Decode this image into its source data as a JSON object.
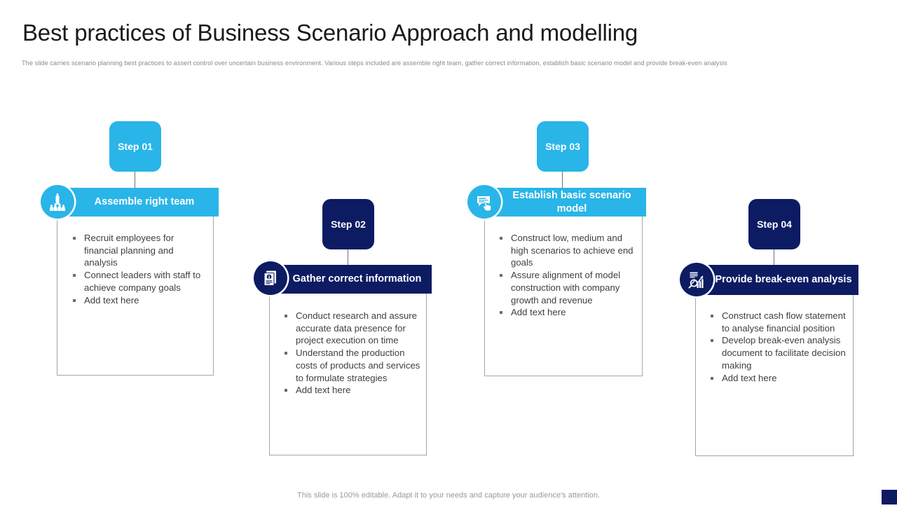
{
  "slide": {
    "title": "Best practices of Business Scenario Approach and modelling",
    "subtitle": "The slide carries scenario planning best practices to assert control over uncertain business environment. Various steps included are assemble right team, gather correct information, establish basic scenario model and provide break-even analysis",
    "footer_note": "This slide is 100% editable. Adapt it to your needs and capture your audience's attention."
  },
  "colors": {
    "cyan": "#29b5e8",
    "navy": "#0d1b63",
    "card_border": "#a6a6a6",
    "connector": "#6b7280",
    "body_text": "#3f3f3f",
    "title_text": "#1a1a1a",
    "subtitle_text": "#8a8a8a"
  },
  "steps": [
    {
      "badge": "Step 01",
      "heading": "Assemble right team",
      "icon": "team-leader-icon",
      "color": "#29b5e8",
      "bullets": [
        "Recruit employees for financial planning and analysis",
        "Connect leaders with staff to achieve company goals",
        "Add text here"
      ]
    },
    {
      "badge": "Step 02",
      "heading": "Gather correct information",
      "icon": "document-info-icon",
      "color": "#0d1b63",
      "bullets": [
        "Conduct research and assure accurate data presence for project execution on time",
        "Understand the production costs of products and services to formulate strategies",
        "Add text here"
      ]
    },
    {
      "badge": "Step 03",
      "heading": "Establish basic scenario model",
      "icon": "screen-cursor-icon",
      "color": "#29b5e8",
      "bullets": [
        "Construct low, medium and high scenarios to achieve end goals",
        "Assure alignment of model construction with company growth and revenue",
        "Add text here"
      ]
    },
    {
      "badge": "Step 04",
      "heading": "Provide break-even analysis",
      "icon": "chart-magnifier-icon",
      "color": "#0d1b63",
      "bullets": [
        "Construct cash flow statement to analyse financial position",
        "Develop break-even analysis document to facilitate decision making",
        "Add text here"
      ]
    }
  ]
}
